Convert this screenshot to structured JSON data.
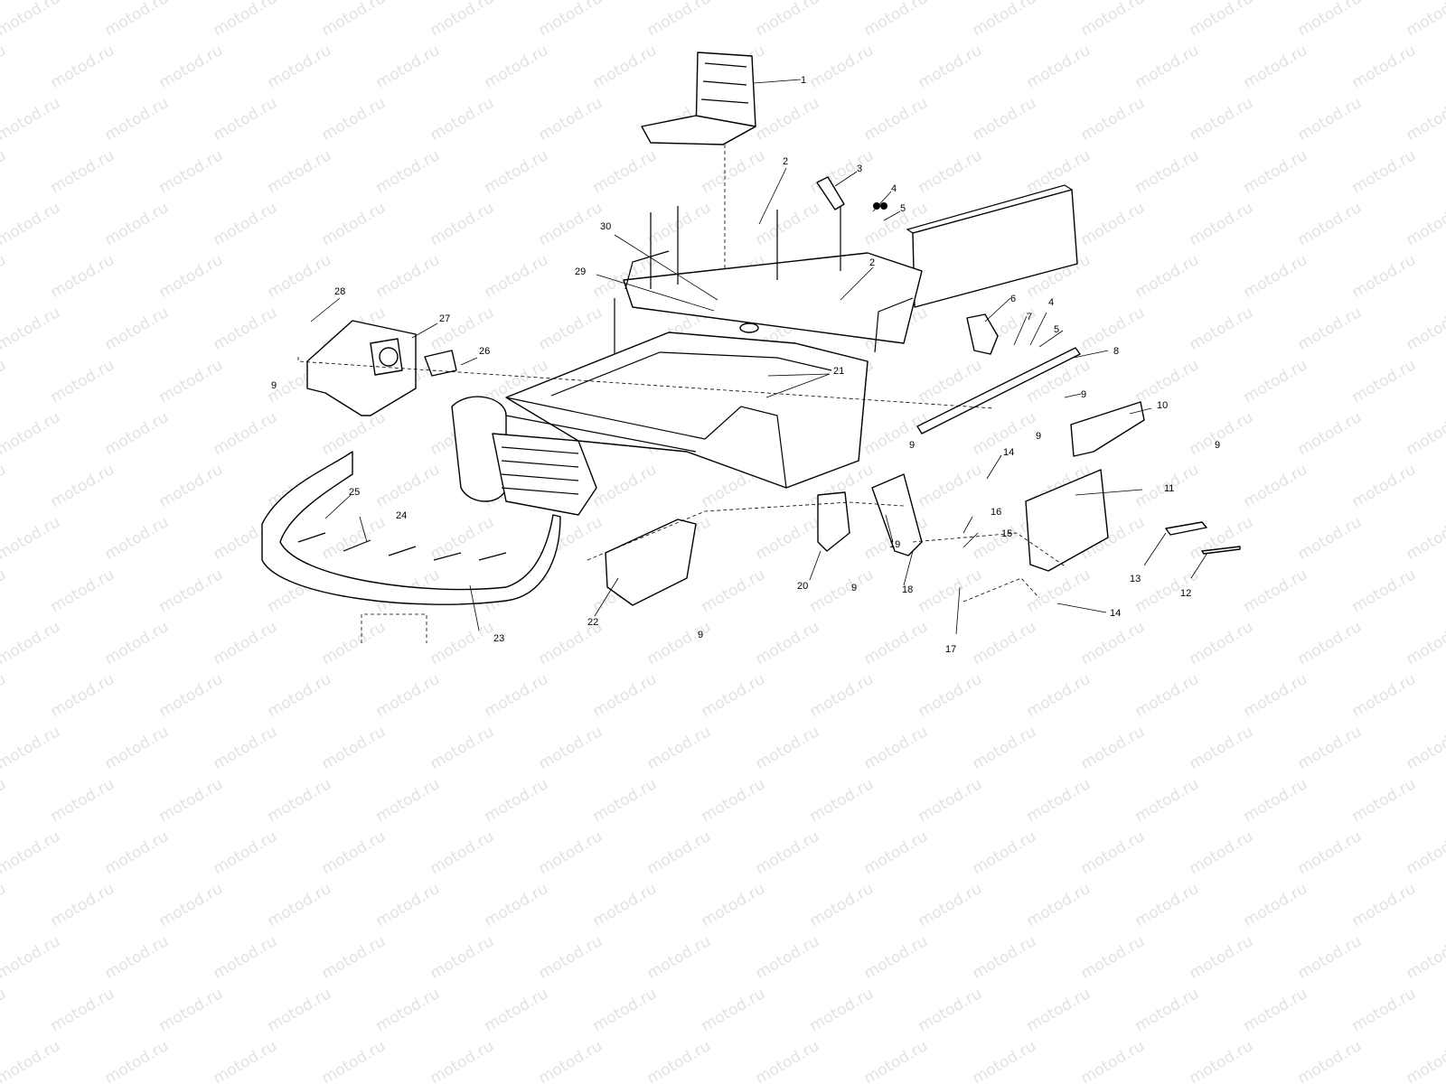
{
  "diagram": {
    "watermark_text": "motod.ru",
    "callouts": [
      {
        "id": "c1",
        "label": "1"
      },
      {
        "id": "c2a",
        "label": "2"
      },
      {
        "id": "c2b",
        "label": "2"
      },
      {
        "id": "c3",
        "label": "3"
      },
      {
        "id": "c4a",
        "label": "4"
      },
      {
        "id": "c5a",
        "label": "5"
      },
      {
        "id": "c4b",
        "label": "4"
      },
      {
        "id": "c5b",
        "label": "5"
      },
      {
        "id": "c6",
        "label": "6"
      },
      {
        "id": "c7",
        "label": "7"
      },
      {
        "id": "c8",
        "label": "8"
      },
      {
        "id": "c9a",
        "label": "9"
      },
      {
        "id": "c9b",
        "label": "9"
      },
      {
        "id": "c9c",
        "label": "9"
      },
      {
        "id": "c9d",
        "label": "9"
      },
      {
        "id": "c9e",
        "label": "9"
      },
      {
        "id": "c9f",
        "label": "9"
      },
      {
        "id": "c9g",
        "label": "9"
      },
      {
        "id": "c10",
        "label": "10"
      },
      {
        "id": "c11",
        "label": "11"
      },
      {
        "id": "c12",
        "label": "12"
      },
      {
        "id": "c13",
        "label": "13"
      },
      {
        "id": "c14a",
        "label": "14"
      },
      {
        "id": "c14b",
        "label": "14"
      },
      {
        "id": "c15",
        "label": "15"
      },
      {
        "id": "c16",
        "label": "16"
      },
      {
        "id": "c17",
        "label": "17"
      },
      {
        "id": "c18",
        "label": "18"
      },
      {
        "id": "c19",
        "label": "19"
      },
      {
        "id": "c20",
        "label": "20"
      },
      {
        "id": "c21",
        "label": "21"
      },
      {
        "id": "c22",
        "label": "22"
      },
      {
        "id": "c23",
        "label": "23"
      },
      {
        "id": "c24",
        "label": "24"
      },
      {
        "id": "c25",
        "label": "25"
      },
      {
        "id": "c26",
        "label": "26"
      },
      {
        "id": "c27",
        "label": "27"
      },
      {
        "id": "c28",
        "label": "28"
      },
      {
        "id": "c29",
        "label": "29"
      },
      {
        "id": "c30",
        "label": "30"
      }
    ]
  }
}
